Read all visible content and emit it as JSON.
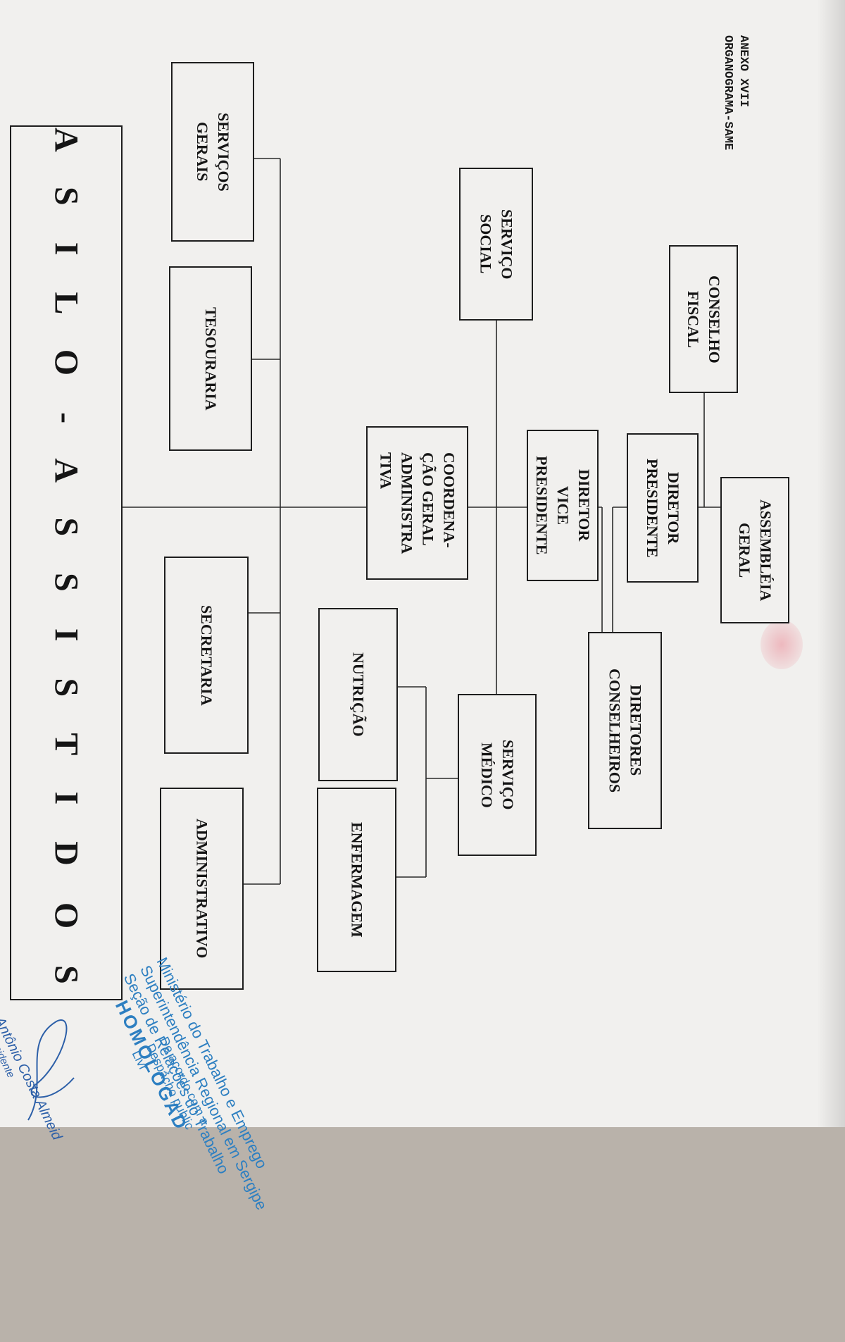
{
  "header": {
    "line1": "ANEXO XVII",
    "line2": "ORGANOGRAMA-SAME"
  },
  "boxes": {
    "assembleia": "ASSEMBLÉIA\nGERAL",
    "conselho_fiscal": "CONSELHO\nFISCAL",
    "diretor_presidente": "DIRETOR\nPRESIDENTE",
    "diretores_conselheiros": "DIRETORES\nCONSELHEIROS",
    "diretor_vice": "DIRETOR\nVICE\nPRESIDENTE",
    "servico_social": "SERVIÇO\nSOCIAL",
    "servico_medico": "SERVIÇO\nMÉDICO",
    "coordenacao": "COORDENA-\nÇÃO  GERAL\nADMINISTRA\nTIVA",
    "nutricao": "NUTRIÇÃO",
    "enfermagem": "ENFERMAGEM",
    "servicos_gerais": "SERVIÇOS\nGERAIS",
    "tesouraria": "TESOURARIA",
    "secretaria": "SECRETARIA",
    "administrativo": "ADMINISTRATIVO"
  },
  "base": {
    "label": "A S I L O - A S S I S T I D O S"
  },
  "stamp": {
    "line1": "Ministério do Trabalho e Emprego",
    "line2": "Superintendência Regional em Sergipe",
    "line3": "Seção de Relações do Trabalho",
    "line4": "HOMOLOGAD",
    "line5": "De acordo com a",
    "line6": "Despacho public",
    "line7": "Livr"
  },
  "signature": {
    "name": "Antônio Costa Almeid",
    "role": "Presidente"
  },
  "colors": {
    "paper": "#f1f0ee",
    "ink": "#1e1e1e",
    "stamp": "#2d7fc1",
    "signature": "#2c5fa8"
  }
}
